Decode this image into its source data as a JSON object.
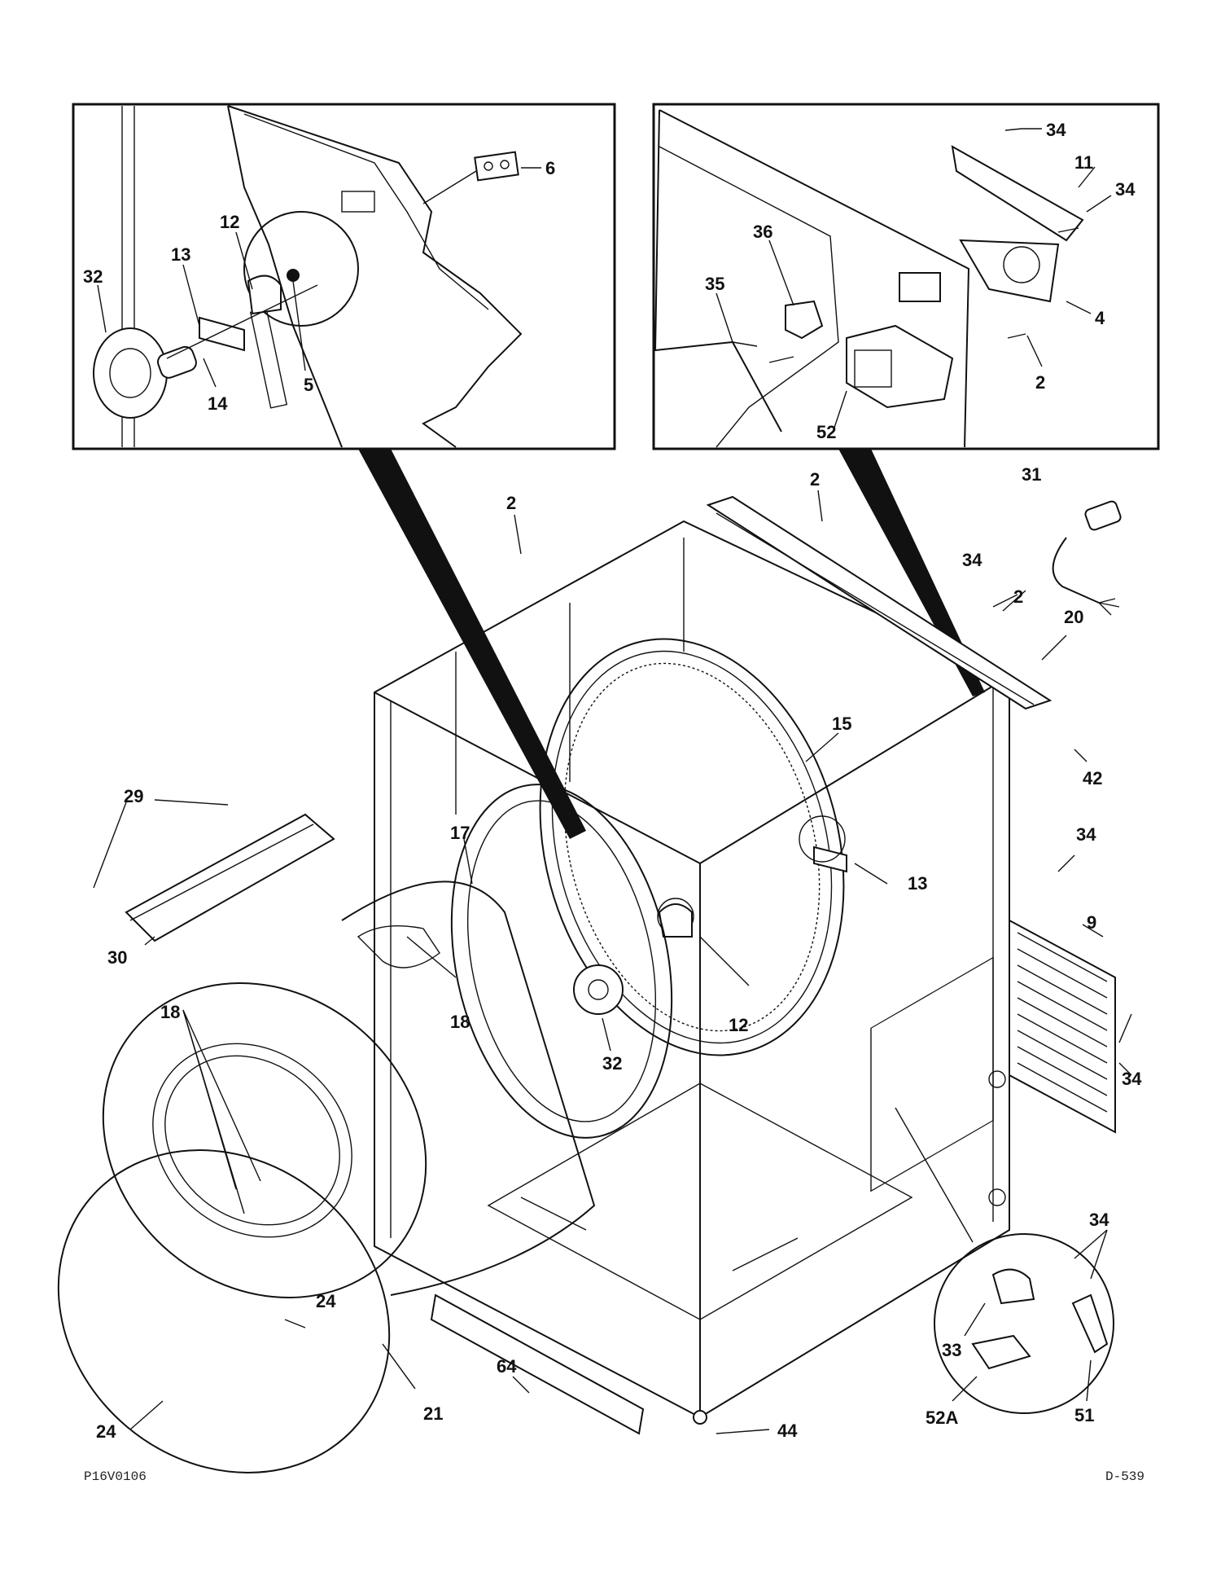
{
  "drawing": {
    "code_left": "P16V0106",
    "code_right": "D-539",
    "callouts": {
      "c2a": "2",
      "c2b": "2",
      "c2c": "2",
      "c2d": "2",
      "c4": "4",
      "c5": "5",
      "c6": "6",
      "c9": "9",
      "c11": "11",
      "c12a": "12",
      "c12b": "12",
      "c13a": "13",
      "c13b": "13",
      "c14": "14",
      "c15": "15",
      "c17": "17",
      "c18a": "18",
      "c18b": "18",
      "c20": "20",
      "c21": "21",
      "c24a": "24",
      "c24b": "24",
      "c29": "29",
      "c30": "30",
      "c31": "31",
      "c32a": "32",
      "c32b": "32",
      "c33": "33",
      "c34a": "34",
      "c34b": "34",
      "c34c": "34",
      "c34d": "34",
      "c34e": "34",
      "c34f": "34",
      "c35": "35",
      "c36": "36",
      "c42": "42",
      "c44": "44",
      "c51": "51",
      "c52": "52",
      "c52A": "52A",
      "c64": "64"
    }
  }
}
